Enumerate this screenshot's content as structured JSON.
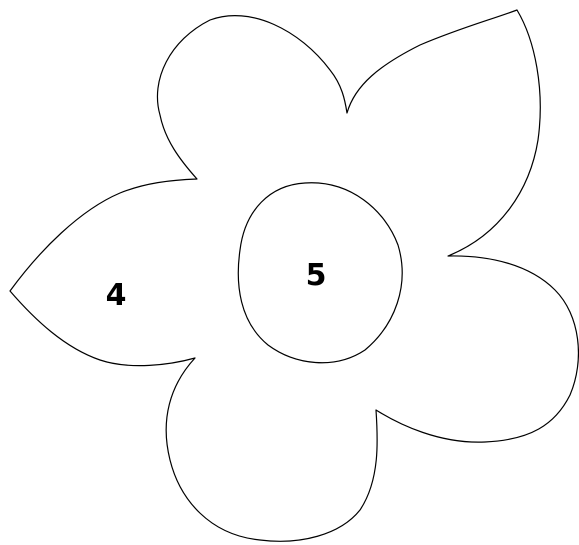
{
  "drawing": {
    "background_color": "#ffffff",
    "line_color": "#000000",
    "regions": [
      {
        "id": "petal-left",
        "label": "4"
      },
      {
        "id": "flower-center",
        "label": "5"
      }
    ]
  }
}
